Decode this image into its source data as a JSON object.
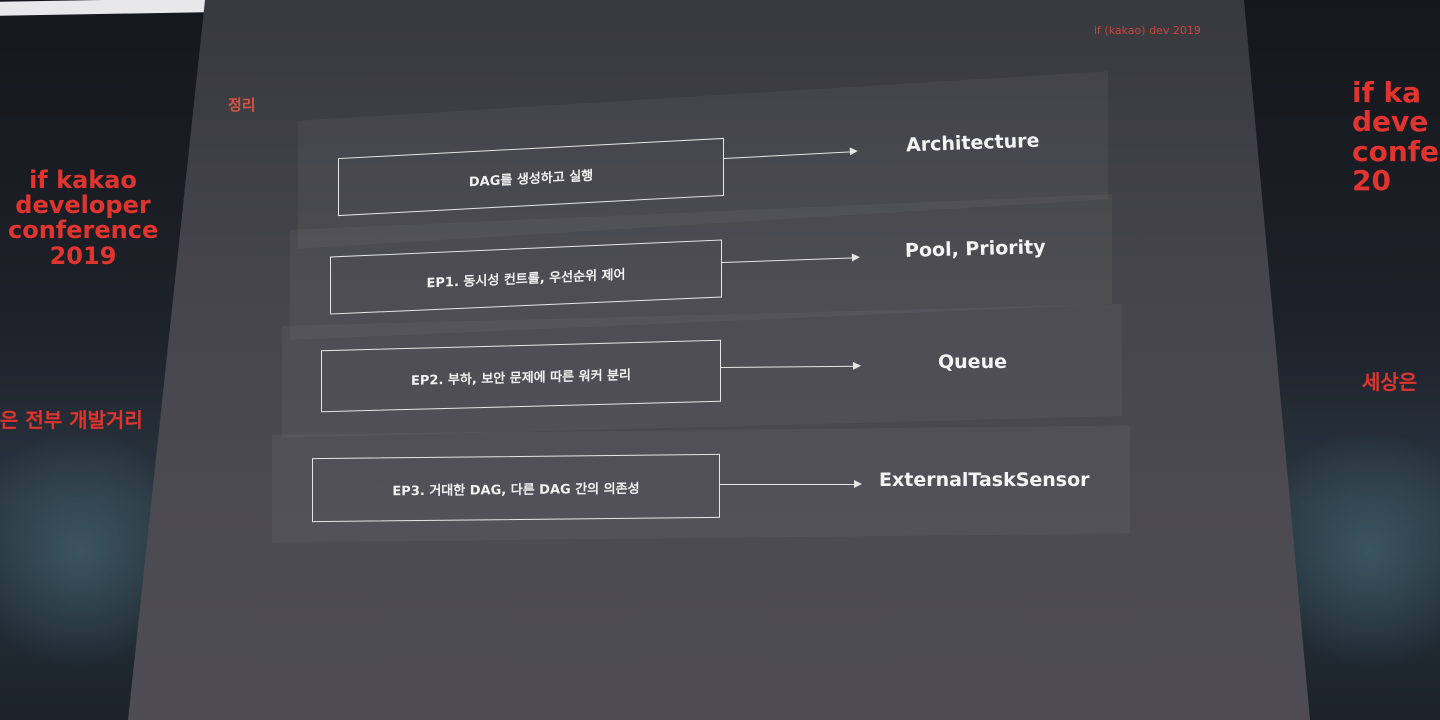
{
  "left_banner": {
    "title": "if kakao developer conference 2019",
    "slogan": "은 전부 개발거리"
  },
  "right_banner": {
    "title": "if ka deve confe 20",
    "slogan": "세상은"
  },
  "slide": {
    "conference_mark": "if (kakao) dev 2019",
    "section_title": "정리",
    "rows": [
      {
        "step": "DAG를 생성하고 실행",
        "result": "Architecture"
      },
      {
        "step": "EP1. 동시성 컨트롤, 우선순위 제어",
        "result": "Pool, Priority"
      },
      {
        "step": "EP2.  부하, 보안 문제에 따른 워커 분리",
        "result": "Queue"
      },
      {
        "step": "EP3. 거대한 DAG, 다른 DAG 간의 의존성",
        "result": "ExternalTaskSensor"
      }
    ]
  },
  "colors": {
    "accent": "#e2342f",
    "slide_background": "#45454b",
    "box_border": "#e6e6e6"
  }
}
